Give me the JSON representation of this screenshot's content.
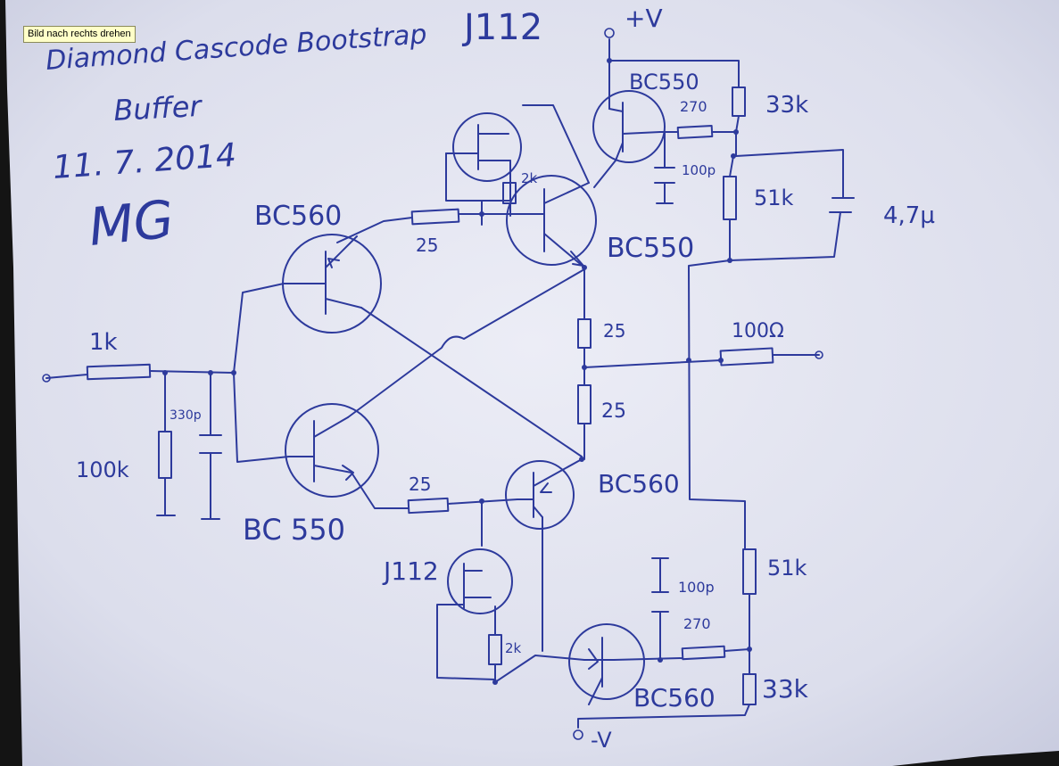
{
  "tooltip": "Bild nach rechts drehen",
  "notes": {
    "title_line1": "Diamond Cascode Bootstrap",
    "title_line2": "Buffer",
    "date": "11. 7. 2014",
    "signature": "MG"
  },
  "labels": {
    "q_top_left": "BC560",
    "q_top_right": "BC550",
    "q_top_cascode": "BC550",
    "q_bottom_left": "BC 550",
    "q_bottom_right": "BC560",
    "q_bottom_cascode": "BC560",
    "jfet_top": "J112",
    "jfet_bottom": "J112",
    "supply_pos": "+V",
    "supply_neg": "-V",
    "r_in": "1k",
    "r_bias": "100k",
    "c_in": "330p",
    "r_base_top": "25",
    "r_base_bottom": "25",
    "r_emit_top": "25",
    "r_emit_bottom": "25",
    "r_jfet_top": "2k",
    "r_jfet_bottom": "2k",
    "r_270_top": "270",
    "r_270_bottom": "270",
    "c_100p_top": "100p",
    "c_100p_bottom": "100p",
    "r_33k_top": "33k",
    "r_33k_bottom": "33k",
    "r_51k_top": "51k",
    "r_51k_bottom": "51k",
    "c_boot": "4,7µ",
    "r_out": "100Ω"
  }
}
